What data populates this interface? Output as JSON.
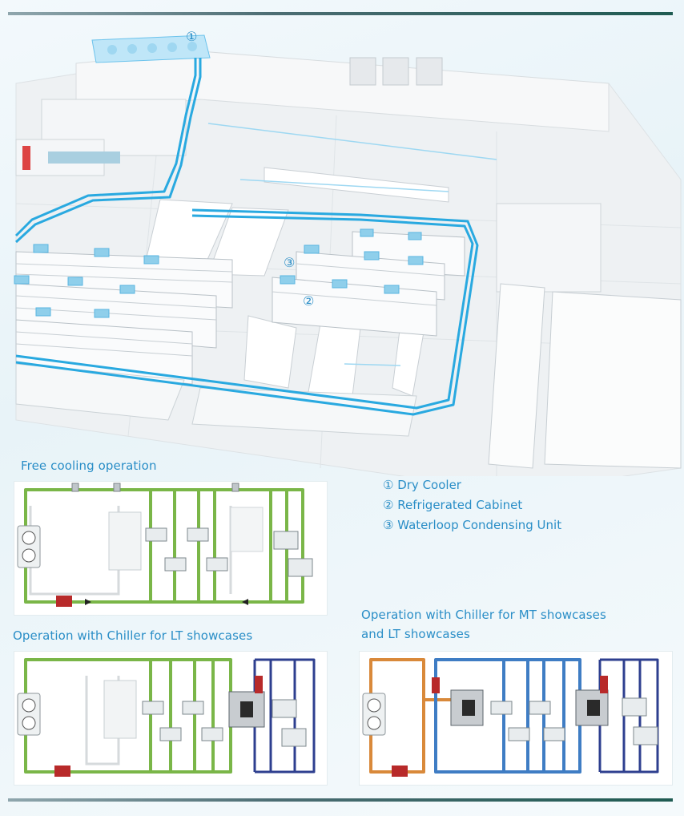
{
  "markers": {
    "m1": "①",
    "m2": "②",
    "m3": "③"
  },
  "legend": {
    "items": [
      "① Dry Cooler",
      "② Refrigerated Cabinet",
      "③ Waterloop Condensing Unit"
    ]
  },
  "captions": {
    "free_cooling": "Free cooling operation",
    "lt_chiller": "Operation with Chiller for LT showcases",
    "mt_lt_chiller_line1": "Operation with Chiller for MT showcases",
    "mt_lt_chiller_line2": "and LT showcases"
  },
  "colors": {
    "pipe_blue": "#29a9e0",
    "loop_green": "#7ab648",
    "loop_navy": "#2e3f8f",
    "loop_orange": "#d9893a",
    "loop_mid_blue": "#3f7dc4",
    "accent_text": "#2a8ec7"
  }
}
